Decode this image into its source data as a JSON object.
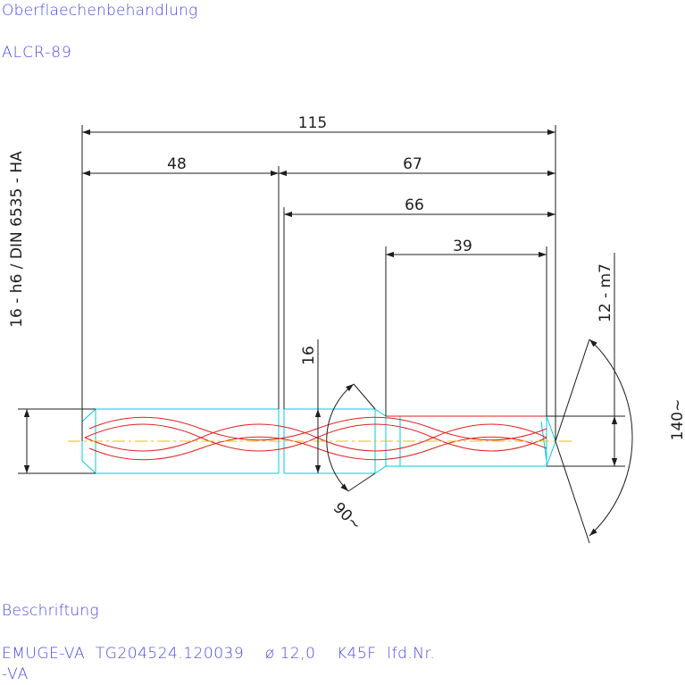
{
  "header": {
    "surface_title": "Oberflaechenbehandlung",
    "coating": "ALCR-89"
  },
  "labeling": {
    "title": "Beschriftung",
    "line1": "EMUGE-VA  TG204524.120039    ø 12,0    K45F  lfd.Nr.",
    "line2": "-VA"
  },
  "drawing": {
    "dims": {
      "overall_length": "115",
      "shank_length": "48",
      "body_length": "67",
      "neck_length": "66",
      "cut_length": "39",
      "shank_diameter_spec": "16 - h6 / DIN 6535 - HA",
      "neck_diameter": "16",
      "cut_diameter_spec": "12 - m7",
      "point_angle": "140~",
      "transition_angle": "90~"
    },
    "colors": {
      "dimension": "#1e1e1e",
      "outline": "#00ccdd",
      "flute": "#e02020",
      "centerline": "#e8c000"
    }
  }
}
